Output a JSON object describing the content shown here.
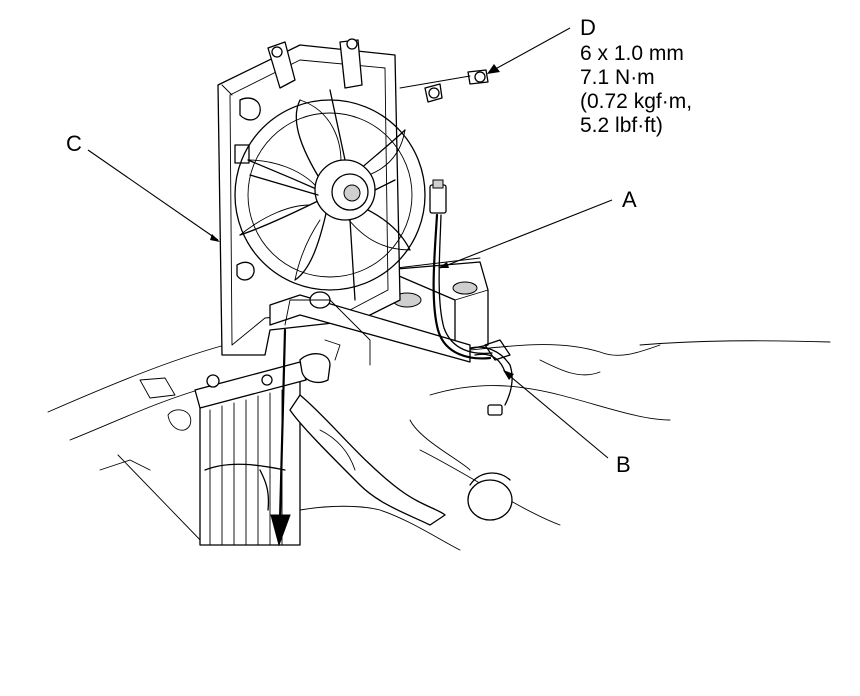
{
  "labels": {
    "a": "A",
    "b": "B",
    "c": "C",
    "d": "D"
  },
  "bolt_spec": {
    "size": "6 x 1.0 mm",
    "torque_nm": "7.1 N·m",
    "torque_kgf": "(0.72 kgf·m,",
    "torque_lbf": "5.2 lbf·ft)"
  },
  "parts": {
    "a": "connector",
    "b": "wire-harness-clip",
    "c": "fan-shroud-assembly",
    "d": "mounting-bolt"
  }
}
